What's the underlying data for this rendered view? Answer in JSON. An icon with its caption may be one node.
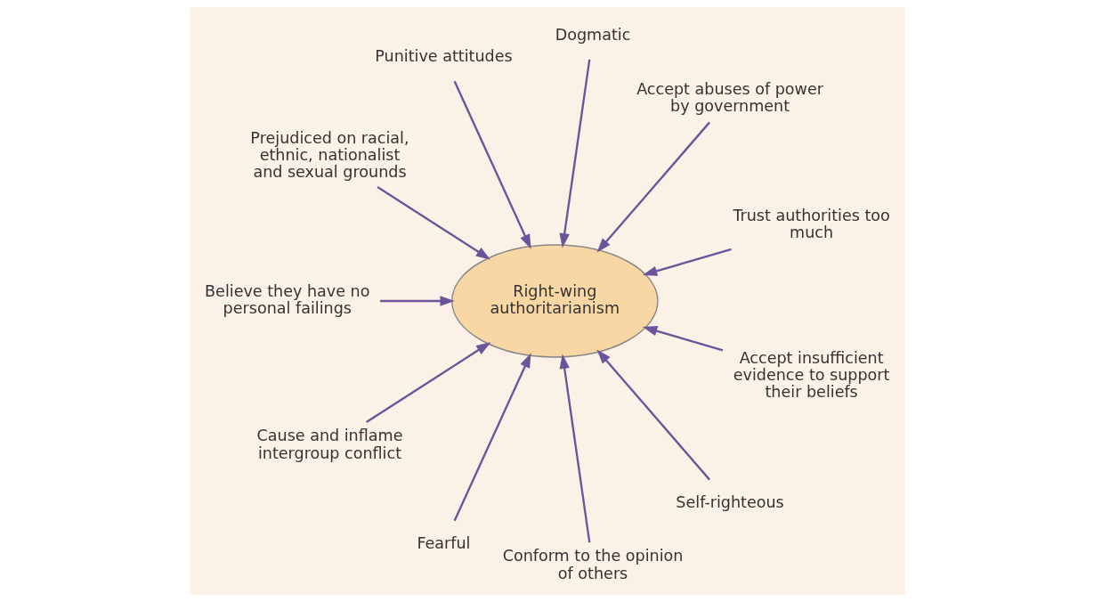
{
  "diagram": {
    "nodes": [
      {
        "text": [
          "Trust authorities too much"
        ]
      },
      {
        "text": [
          "Accept abuses of power by government"
        ]
      },
      {
        "text": [
          "Dogmatic"
        ]
      },
      {
        "text": [
          "Punitive attitudes"
        ]
      },
      {
        "text": [
          "Prejudiced on racial, ethnic, nationalist and sexual grounds"
        ]
      },
      {
        "text": [
          "Believe they have no personal failings"
        ]
      },
      {
        "text": [
          "Right-wing authoritarianism"
        ]
      },
      {
        "text": [
          "Cause and inflame intergroup conflict"
        ]
      },
      {
        "text": [
          "Fearful"
        ]
      },
      {
        "text": [
          "Conform to the opinion of others"
        ]
      },
      {
        "text": [
          "Self-righteous"
        ]
      },
      {
        "text": [
          "Accept insufficient evidence to support their beliefs"
        ]
      }
    ],
    "edges": [
      {
        "from": 0,
        "to": 6,
        "arrow": "to"
      },
      {
        "from": 2,
        "to": 6,
        "arrow": "to"
      },
      {
        "from": 1,
        "to": 6,
        "arrow": "to"
      },
      {
        "from": 4,
        "to": 6,
        "arrow": "to"
      },
      {
        "from": 7,
        "to": 6,
        "arrow": "to"
      },
      {
        "from": 8,
        "to": 6,
        "arrow": "to"
      },
      {
        "from": 10,
        "to": 6,
        "arrow": "to"
      },
      {
        "from": 11,
        "to": 6,
        "arrow": "to"
      },
      {
        "from": 9,
        "to": 6,
        "arrow": "to"
      },
      {
        "from": 5,
        "to": 6,
        "arrow": "to"
      },
      {
        "from": 3,
        "to": 6,
        "arrow": "to"
      }
    ]
  }
}
